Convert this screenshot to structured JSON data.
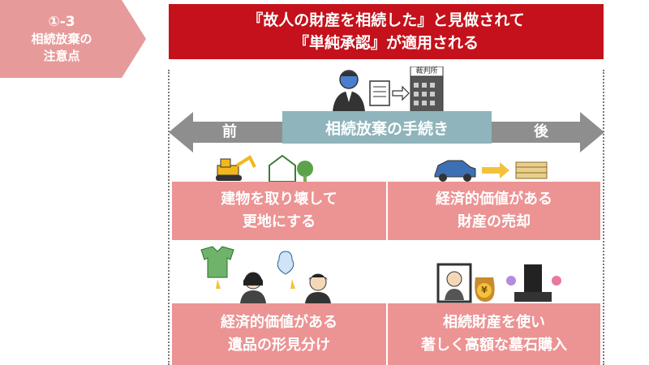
{
  "tag": {
    "line1": "①-3",
    "line2": "相続放棄の",
    "line3": "注意点"
  },
  "title": {
    "line1": "『故人の財産を相続した』と見做されて",
    "line2": "『単純承認』が適用される"
  },
  "timeline": {
    "before_label": "前",
    "after_label": "後",
    "procedure_label": "相続放棄の手続き",
    "court_sign": "裁判所"
  },
  "boxes": [
    {
      "line1": "建物を取り壊して",
      "line2": "更地にする"
    },
    {
      "line1": "経済的価値がある",
      "line2": "財産の売却"
    },
    {
      "line1": "経済的価値がある",
      "line2": "遺品の形見分け"
    },
    {
      "line1": "相続財産を使い",
      "line2": "著しく高額な墓石購入"
    }
  ],
  "money_symbol": "¥",
  "colors": {
    "tag_bg": "#e79a9a",
    "title_bg": "#c4111b",
    "arrow_gray": "#8e8e8e",
    "procedure_bg": "#8fb4bb",
    "box_bg": "#ec9393"
  }
}
